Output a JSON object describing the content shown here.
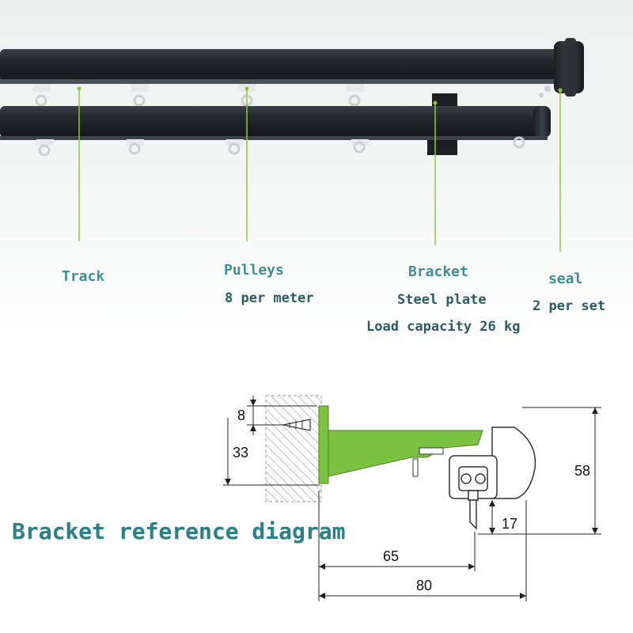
{
  "labels": {
    "track": "Track",
    "pulleys": "Pulleys",
    "pulleys_detail": "8 per meter",
    "bracket": "Bracket",
    "bracket_material": "Steel plate",
    "bracket_capacity": "Load capacity 26 kg",
    "seal": "seal",
    "seal_detail": "2 per set"
  },
  "diagram": {
    "title": "Bracket reference diagram",
    "dims": {
      "d8": "8",
      "d33": "33",
      "d58": "58",
      "d17": "17",
      "d65": "65",
      "d80": "80"
    }
  },
  "colors": {
    "rail": "#22282c",
    "leader": "#8fc73e",
    "bracket": "#7bc142",
    "label_teal": "#3d8f94"
  }
}
